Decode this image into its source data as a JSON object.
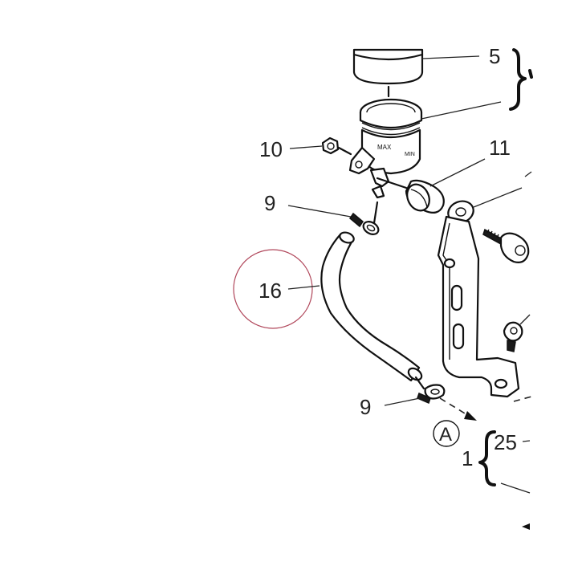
{
  "labels": {
    "part_5": "5",
    "part_10": "10",
    "part_11": "11",
    "part_9_top": "9",
    "part_16": "16",
    "part_9_bottom": "9",
    "part_25": "25",
    "part_1": "1",
    "detail_a": "A"
  },
  "colors": {
    "line": "#111111",
    "highlight_circle": "#b0465a",
    "background": "#ffffff"
  }
}
